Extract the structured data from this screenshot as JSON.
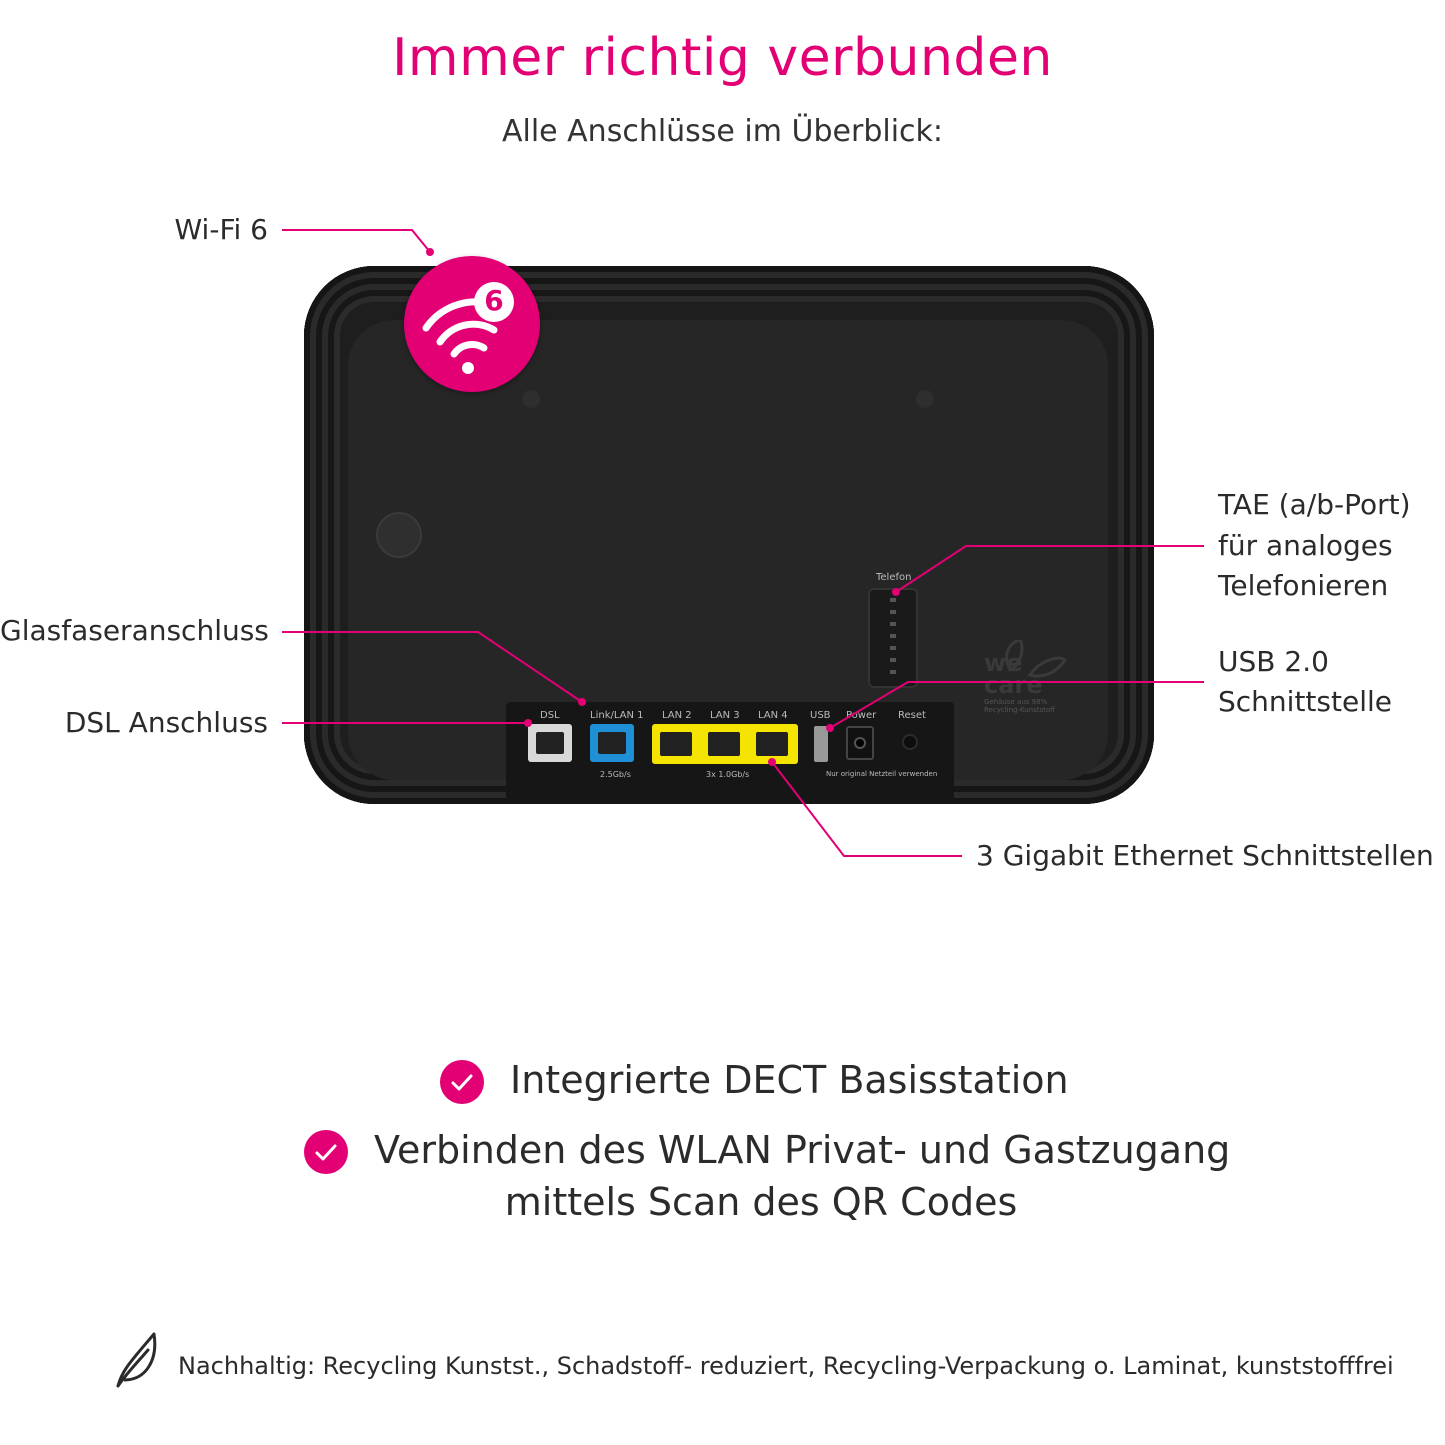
{
  "header": {
    "title": "Immer richtig verbunden",
    "subtitle": "Alle Anschlüsse im Überblick:"
  },
  "callouts": {
    "wifi": "Wi-Fi 6",
    "glasfaser": "Glasfaseranschluss",
    "dsl": "DSL Anschluss",
    "tae_line1": "TAE (a/b-Port)",
    "tae_line2": "für analoges",
    "tae_line3": "Telefonieren",
    "usb_line1": "USB 2.0",
    "usb_line2": "Schnittstelle",
    "ethernet": "3 Gigabit Ethernet Schnittstellen"
  },
  "device": {
    "badge_number": "6",
    "port_labels": [
      "DSL",
      "Link/LAN 1",
      "LAN 2",
      "LAN 3",
      "LAN 4",
      "USB",
      "Power",
      "Reset"
    ],
    "telefon_label": "Telefon",
    "speed_note_1": "2.5Gb/s",
    "speed_note_2": "3x 1.0Gb/s",
    "power_note": "Nur original Netzteil verwenden",
    "we_care_logo": "we care",
    "we_care_note_1": "Gehäuse aus 98%",
    "we_care_note_2": "Recycling-Kunststoff"
  },
  "features": [
    {
      "line1": "Integrierte DECT Basisstation"
    },
    {
      "line1": "Verbinden des WLAN Privat- und Gastzugang",
      "line2": "mittels Scan des QR Codes"
    }
  ],
  "footer": {
    "text": "Nachhaltig: Recycling Kunstst., Schadstoff- reduziert, Recycling-Verpackung o. Laminat, kunststofffrei"
  },
  "colors": {
    "accent": "#e20074",
    "device": "#1e1e1e",
    "lan_yellow": "#f5e400",
    "glasfaser_blue": "#1f8fd6",
    "dsl_grey": "#d9d9d9"
  }
}
